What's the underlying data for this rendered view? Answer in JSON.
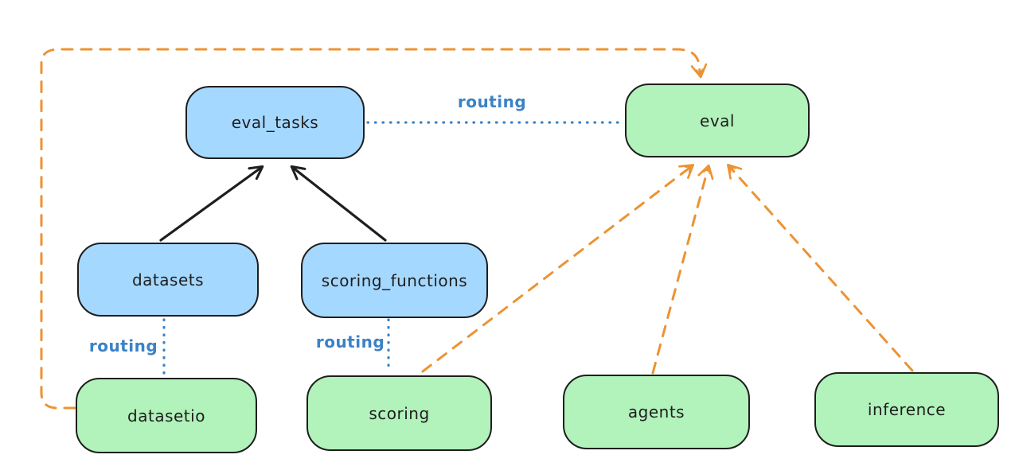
{
  "diagram": {
    "background": "#ffffff",
    "style": "excalidraw-hand-drawn",
    "nodes": {
      "eval_tasks": {
        "label": "eval_tasks",
        "kind": "registry",
        "fill": "#a5d8ff"
      },
      "eval": {
        "label": "eval",
        "kind": "api",
        "fill": "#b2f2bb"
      },
      "datasets": {
        "label": "datasets",
        "kind": "registry",
        "fill": "#a5d8ff"
      },
      "scoring_functions": {
        "label": "scoring_functions",
        "kind": "registry",
        "fill": "#a5d8ff"
      },
      "datasetio": {
        "label": "datasetio",
        "kind": "api",
        "fill": "#b2f2bb"
      },
      "scoring": {
        "label": "scoring",
        "kind": "api",
        "fill": "#b2f2bb"
      },
      "agents": {
        "label": "agents",
        "kind": "api",
        "fill": "#b2f2bb"
      },
      "inference": {
        "label": "inference",
        "kind": "api",
        "fill": "#b2f2bb"
      }
    },
    "edge_labels": {
      "routing_top": "routing",
      "routing_datasets": "routing",
      "routing_scoring": "routing"
    },
    "edges": [
      {
        "from": "datasets",
        "to": "eval_tasks",
        "style": "solid",
        "color": "#1e1e1e",
        "arrowhead": true
      },
      {
        "from": "scoring_functions",
        "to": "eval_tasks",
        "style": "solid",
        "color": "#1e1e1e",
        "arrowhead": true
      },
      {
        "from": "eval_tasks",
        "to": "eval",
        "style": "dotted",
        "color": "#3b82c6",
        "arrowhead": false,
        "label": "routing"
      },
      {
        "from": "datasets",
        "to": "datasetio",
        "style": "dotted",
        "color": "#3b82c6",
        "arrowhead": false,
        "label": "routing"
      },
      {
        "from": "scoring_functions",
        "to": "scoring",
        "style": "dotted",
        "color": "#3b82c6",
        "arrowhead": false,
        "label": "routing"
      },
      {
        "from": "datasetio",
        "to": "eval",
        "style": "dashed",
        "color": "#ec9333",
        "arrowhead": true,
        "route": "around-left-and-top"
      },
      {
        "from": "scoring",
        "to": "eval",
        "style": "dashed",
        "color": "#ec9333",
        "arrowhead": true
      },
      {
        "from": "agents",
        "to": "eval",
        "style": "dashed",
        "color": "#ec9333",
        "arrowhead": true
      },
      {
        "from": "inference",
        "to": "eval",
        "style": "dashed",
        "color": "#ec9333",
        "arrowhead": true
      }
    ],
    "colors": {
      "registry_fill": "#a5d8ff",
      "provider_fill": "#b2f2bb",
      "node_stroke": "#1e1e1e",
      "routing_blue": "#3b82c6",
      "dashed_orange": "#ec9333",
      "solid_black": "#1e1e1e"
    }
  }
}
